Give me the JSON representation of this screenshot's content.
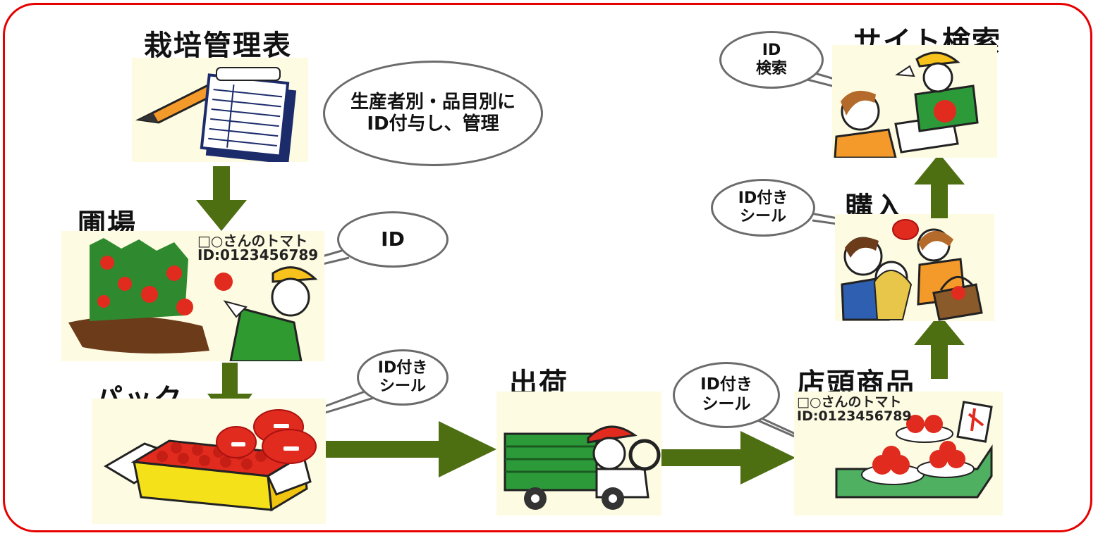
{
  "steps": {
    "cultivation": "栽培管理表",
    "field": "圃場",
    "pack": "パック",
    "shipping": "出荷",
    "store": "店頭商品",
    "purchase": "購入",
    "search": "サイト検索"
  },
  "bubbles": {
    "cultivation_line1": "生産者別・品目別に",
    "cultivation_line2": "ID付与し、管理",
    "field": "ID",
    "pack_line1": "ID付き",
    "pack_line2": "シール",
    "store_line1": "ID付き",
    "store_line2": "シール",
    "purchase_line1": "ID付き",
    "purchase_line2": "シール",
    "search_line1": "ID",
    "search_line2": "検索"
  },
  "labels": {
    "field_producer": "□○さんのトマト",
    "field_id": "ID:0123456789",
    "store_producer": "□○さんのトマト",
    "store_id": "ID:0123456789"
  },
  "colors": {
    "border": "#e60000",
    "arrow": "#4e6e12",
    "tomato": "#e02b1e",
    "leaf": "#2f8a2f",
    "bubble_border": "#6b6b6b"
  }
}
